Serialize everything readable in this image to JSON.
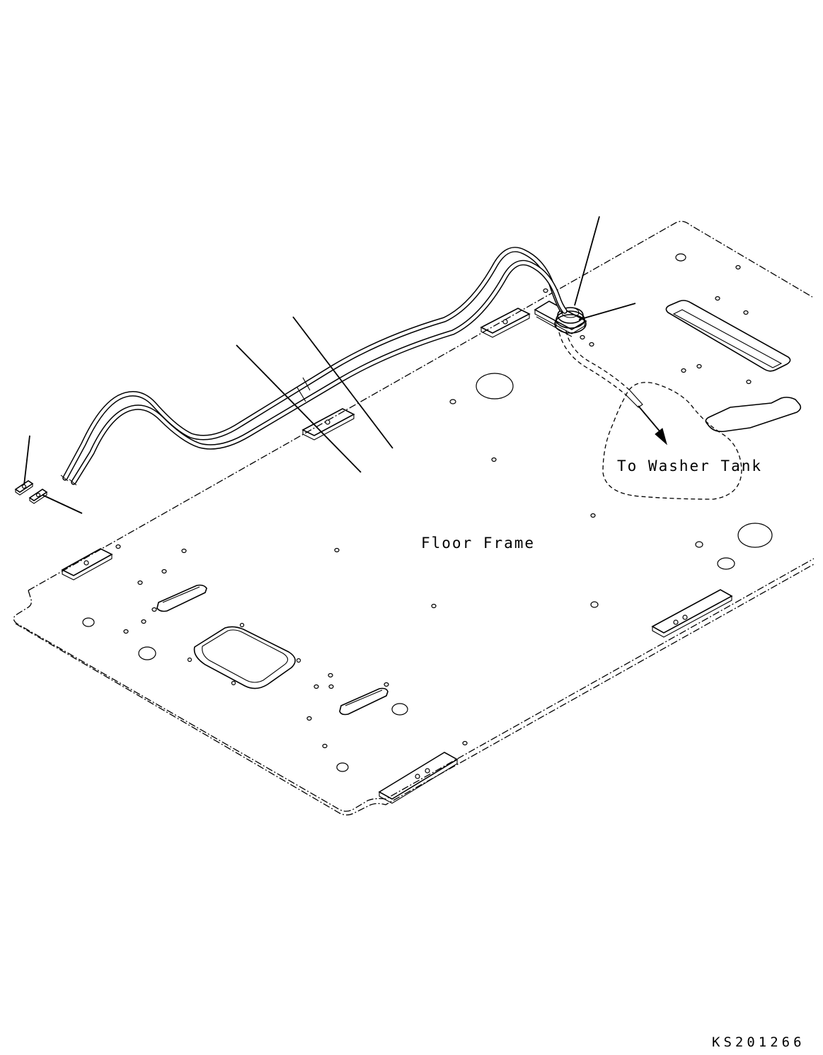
{
  "labels": {
    "floor_frame": "Floor Frame",
    "washer_tank": "To Washer Tank",
    "drawing_code": "KS201266"
  }
}
